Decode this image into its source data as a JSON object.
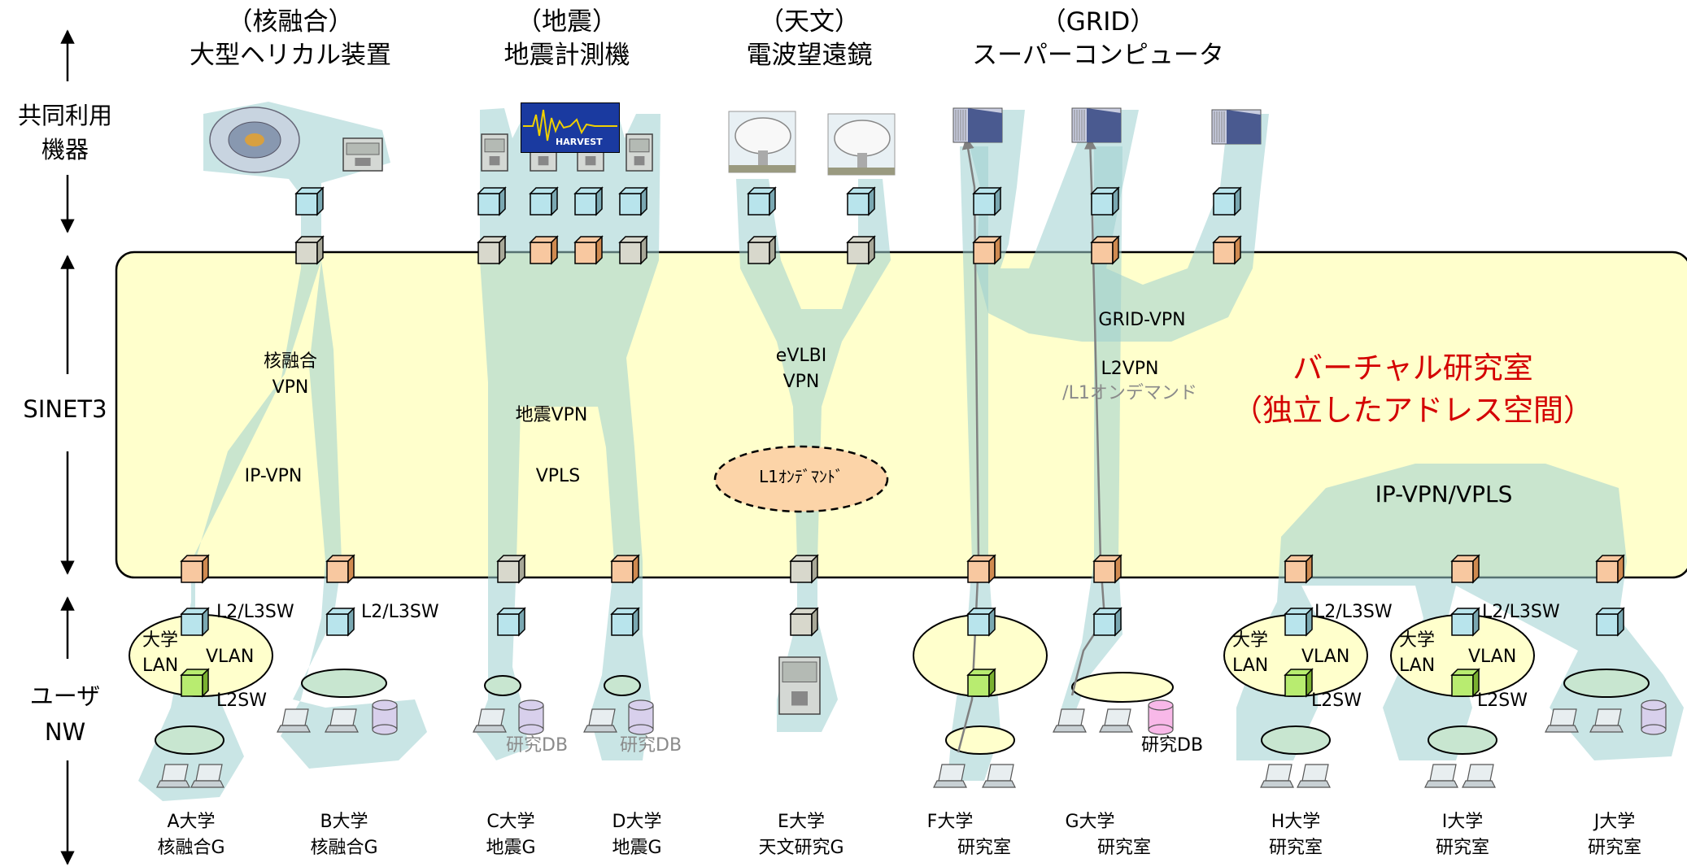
{
  "side_labels": {
    "devices_line1": "共同利用",
    "devices_line2": "機器",
    "network": "SINET3",
    "user_line1": "ユーザ",
    "user_line2": "NW"
  },
  "device_headers": [
    {
      "category": "（核融合）",
      "name": "大型ヘリカル装置"
    },
    {
      "category": "（地震）",
      "name": "地震計測機"
    },
    {
      "category": "（天文）",
      "name": "電波望遠鏡"
    },
    {
      "category": "（GRID）",
      "name": "スーパーコンピュータ"
    }
  ],
  "harvest_logo": "HARVEST",
  "vpn_labels": {
    "fusion_line1": "核融合",
    "fusion_line2": "VPN",
    "ip_vpn": "IP-VPN",
    "quake_vpn": "地震VPN",
    "vpls": "VPLS",
    "evlbi_line1": "eVLBI",
    "evlbi_line2": "VPN",
    "l1_ondemand_oval": "L1ｵﾝﾃﾞﾏﾝﾄﾞ",
    "grid_vpn": "GRID-VPN",
    "l2vpn": "L2VPN",
    "l1_ondemand": "/L1オンデマンド",
    "ip_vpn_vpls": "IP-VPN/VPLS"
  },
  "virtual_lab": {
    "line1": "バーチャル研究室",
    "line2": "（独立したアドレス空間）"
  },
  "switch_labels": {
    "l2l3sw": "L2/L3SW",
    "l2sw": "L2SW",
    "campus": "大学",
    "lan": "LAN",
    "vlan": "VLAN",
    "research_db": "研究DB"
  },
  "universities": [
    {
      "name": "A大学",
      "group": "核融合G"
    },
    {
      "name": "B大学",
      "group": "核融合G"
    },
    {
      "name": "C大学",
      "group": "地震G"
    },
    {
      "name": "D大学",
      "group": "地震G"
    },
    {
      "name": "E大学",
      "group": "天文研究G"
    },
    {
      "name": "F大学",
      "group": "研究室"
    },
    {
      "name": "G大学",
      "group": "研究室"
    },
    {
      "name": "H大学",
      "group": "研究室"
    },
    {
      "name": "I大学",
      "group": "研究室"
    },
    {
      "name": "J大学",
      "group": "研究室"
    }
  ],
  "colors": {
    "sinet_fill": "#ffffcc",
    "vpn_shading": "#b4dcdc",
    "switch_blue": "#b8e4ec",
    "switch_orange": "#f8c8a0",
    "switch_grey": "#d8d8cc",
    "switch_green": "#b8ec70",
    "virtual_lab_text": "#d40000",
    "ondemand_fill": "#fcd4a8"
  }
}
